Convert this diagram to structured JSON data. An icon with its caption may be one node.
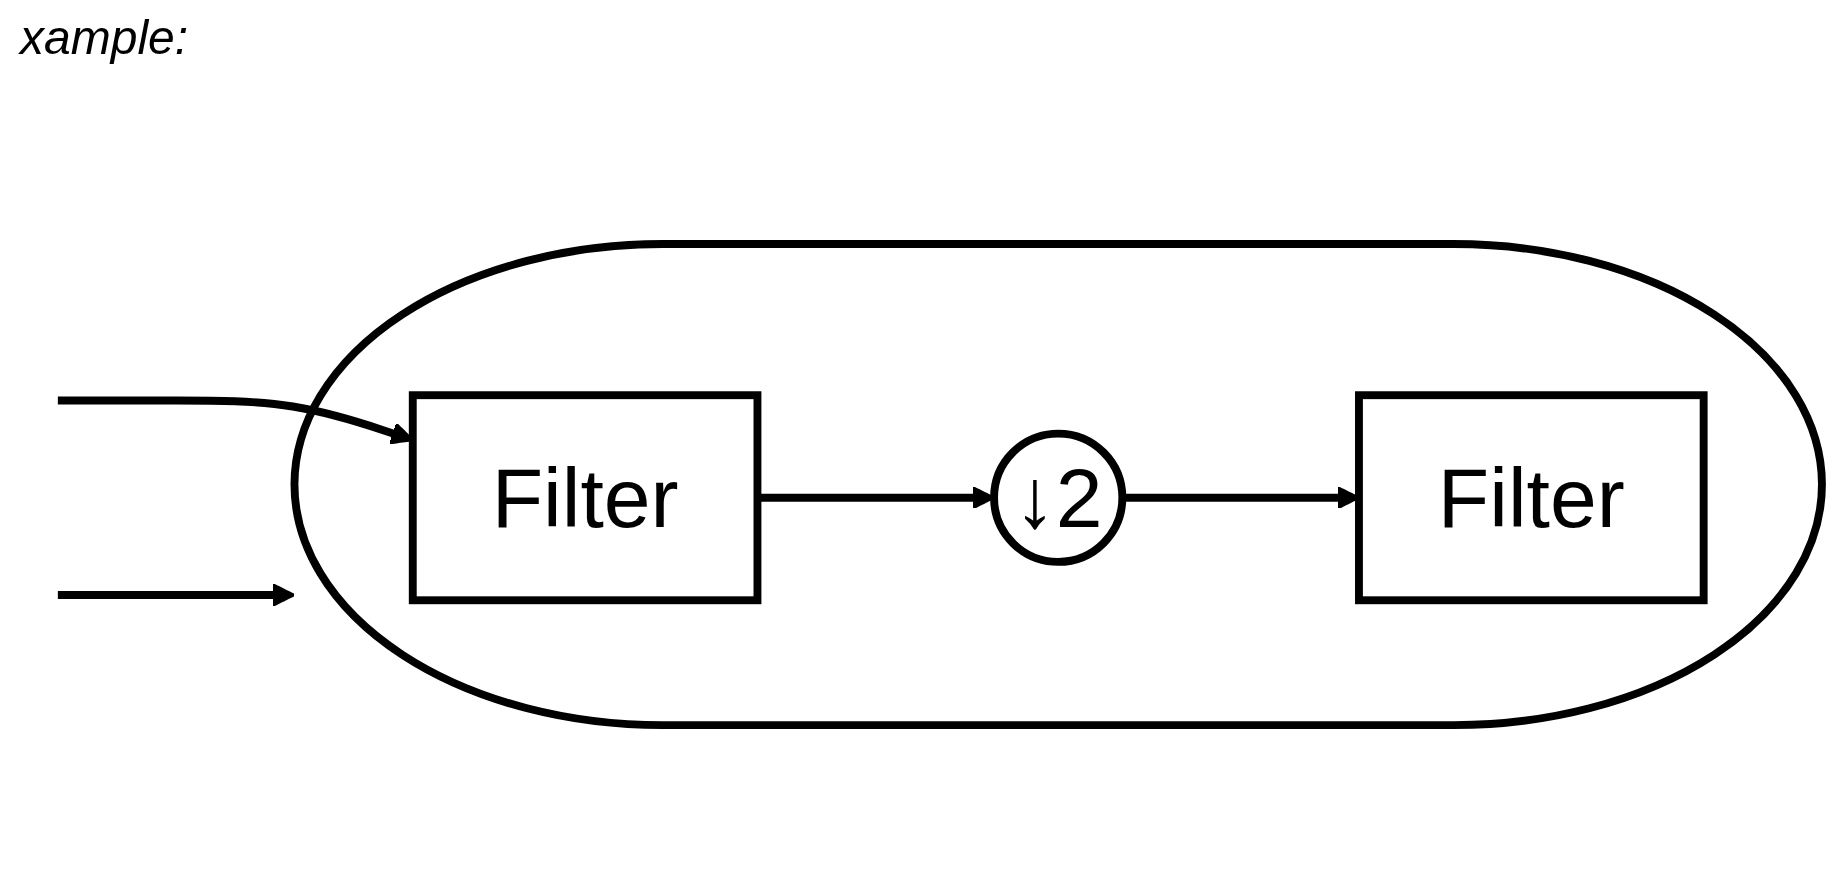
{
  "diagram": {
    "nodes": [
      {
        "text": [],
        "shape": "cloud"
      },
      {
        "text": [
          "Filter"
        ],
        "in": 0
      },
      {
        "text": [
          "↓2"
        ],
        "in": 0
      },
      {
        "text": [
          "Filter"
        ],
        "in": 0
      }
    ],
    "edges": [
      {
        "from": null,
        "to": 1,
        "arrow": "to"
      },
      {
        "from": null,
        "to": 0,
        "arrow": "to"
      },
      {
        "from": 1,
        "to": 2,
        "arrow": "to"
      },
      {
        "from": 2,
        "to": 3,
        "arrow": "to"
      }
    ],
    "labels": [
      "xample:"
    ]
  }
}
